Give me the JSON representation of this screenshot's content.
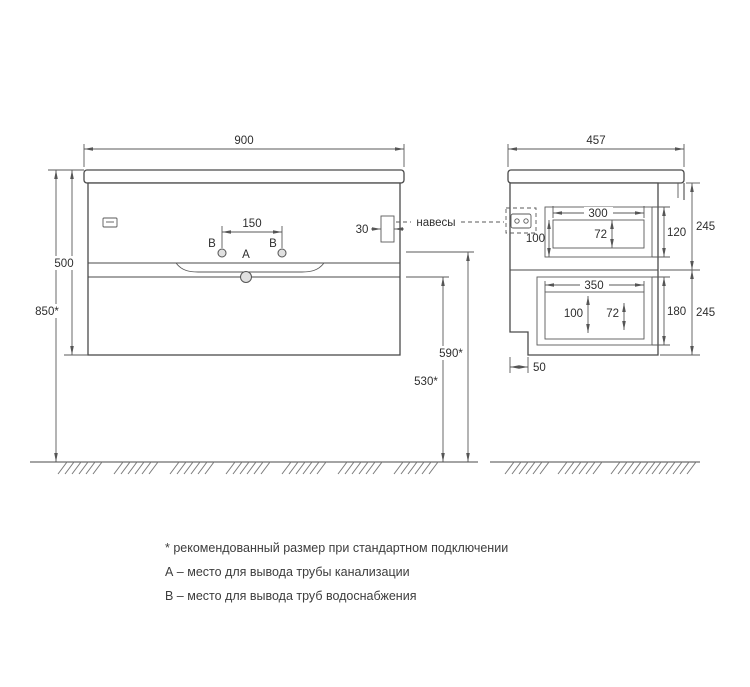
{
  "front_view": {
    "width": "900",
    "body_height": "500",
    "mounting_height": "850*",
    "outlet_spacing": "150",
    "hanger_offset": "30",
    "hangers_label": "навесы",
    "label_a": "A",
    "label_b": "B",
    "water_outlet_height": "590*",
    "drain_outlet_height": "530*"
  },
  "side_view": {
    "depth": "457",
    "upper_drawer": {
      "inner_depth": "300",
      "inner_height": "72",
      "clearance": "100",
      "front_height": "120",
      "section_height": "245"
    },
    "lower_drawer": {
      "inner_depth": "350",
      "inner_height": "72",
      "clearance": "100",
      "front_height": "180",
      "section_height": "245"
    },
    "skirting_recess": "50"
  },
  "notes": [
    "* рекомендованный размер при стандартном подключении",
    "А – место для вывода трубы канализации",
    "В – место для вывода труб водоснабжения"
  ],
  "colors": {
    "line": "#4a4a4a",
    "text": "#2e2e2e",
    "background": "#ffffff"
  }
}
